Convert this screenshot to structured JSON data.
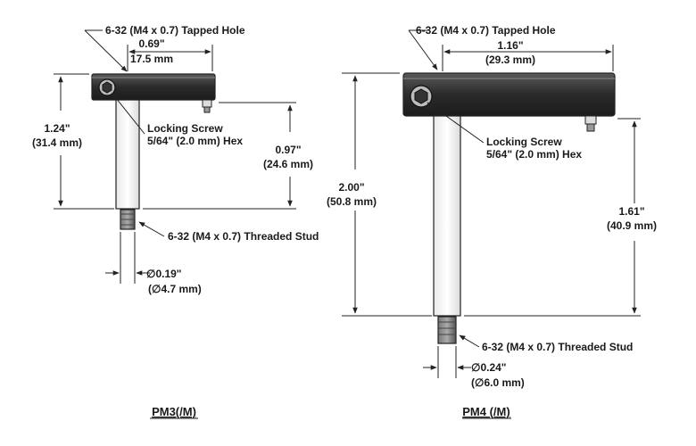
{
  "pm3": {
    "tapped_hole": "6-32 (M4 x 0.7) Tapped Hole",
    "width_in": "0.69\"",
    "width_mm": "17.5 mm",
    "locking_screw_1": "Locking Screw",
    "locking_screw_2": "5/64\" (2.0 mm) Hex",
    "height_in": "1.24\"",
    "height_mm": "(31.4 mm)",
    "post_in": "0.97\"",
    "post_mm": "(24.6 mm)",
    "stud": "6-32 (M4 x 0.7) Threaded Stud",
    "dia_in": "∅0.19\"",
    "dia_mm": "(∅4.7 mm)",
    "title": "PM3(/M)"
  },
  "pm4": {
    "tapped_hole": "6-32 (M4 x 0.7) Tapped Hole",
    "width_in": "1.16\"",
    "width_mm": "(29.3 mm)",
    "locking_screw_1": "Locking Screw",
    "locking_screw_2": "5/64\" (2.0 mm) Hex",
    "height_in": "2.00\"",
    "height_mm": "(50.8 mm)",
    "post_in": "1.61\"",
    "post_mm": "(40.9 mm)",
    "stud": "6-32 (M4 x 0.7) Threaded Stud",
    "dia_in": "∅0.24\"",
    "dia_mm": "(∅6.0 mm)",
    "title": "PM4 (/M)"
  }
}
